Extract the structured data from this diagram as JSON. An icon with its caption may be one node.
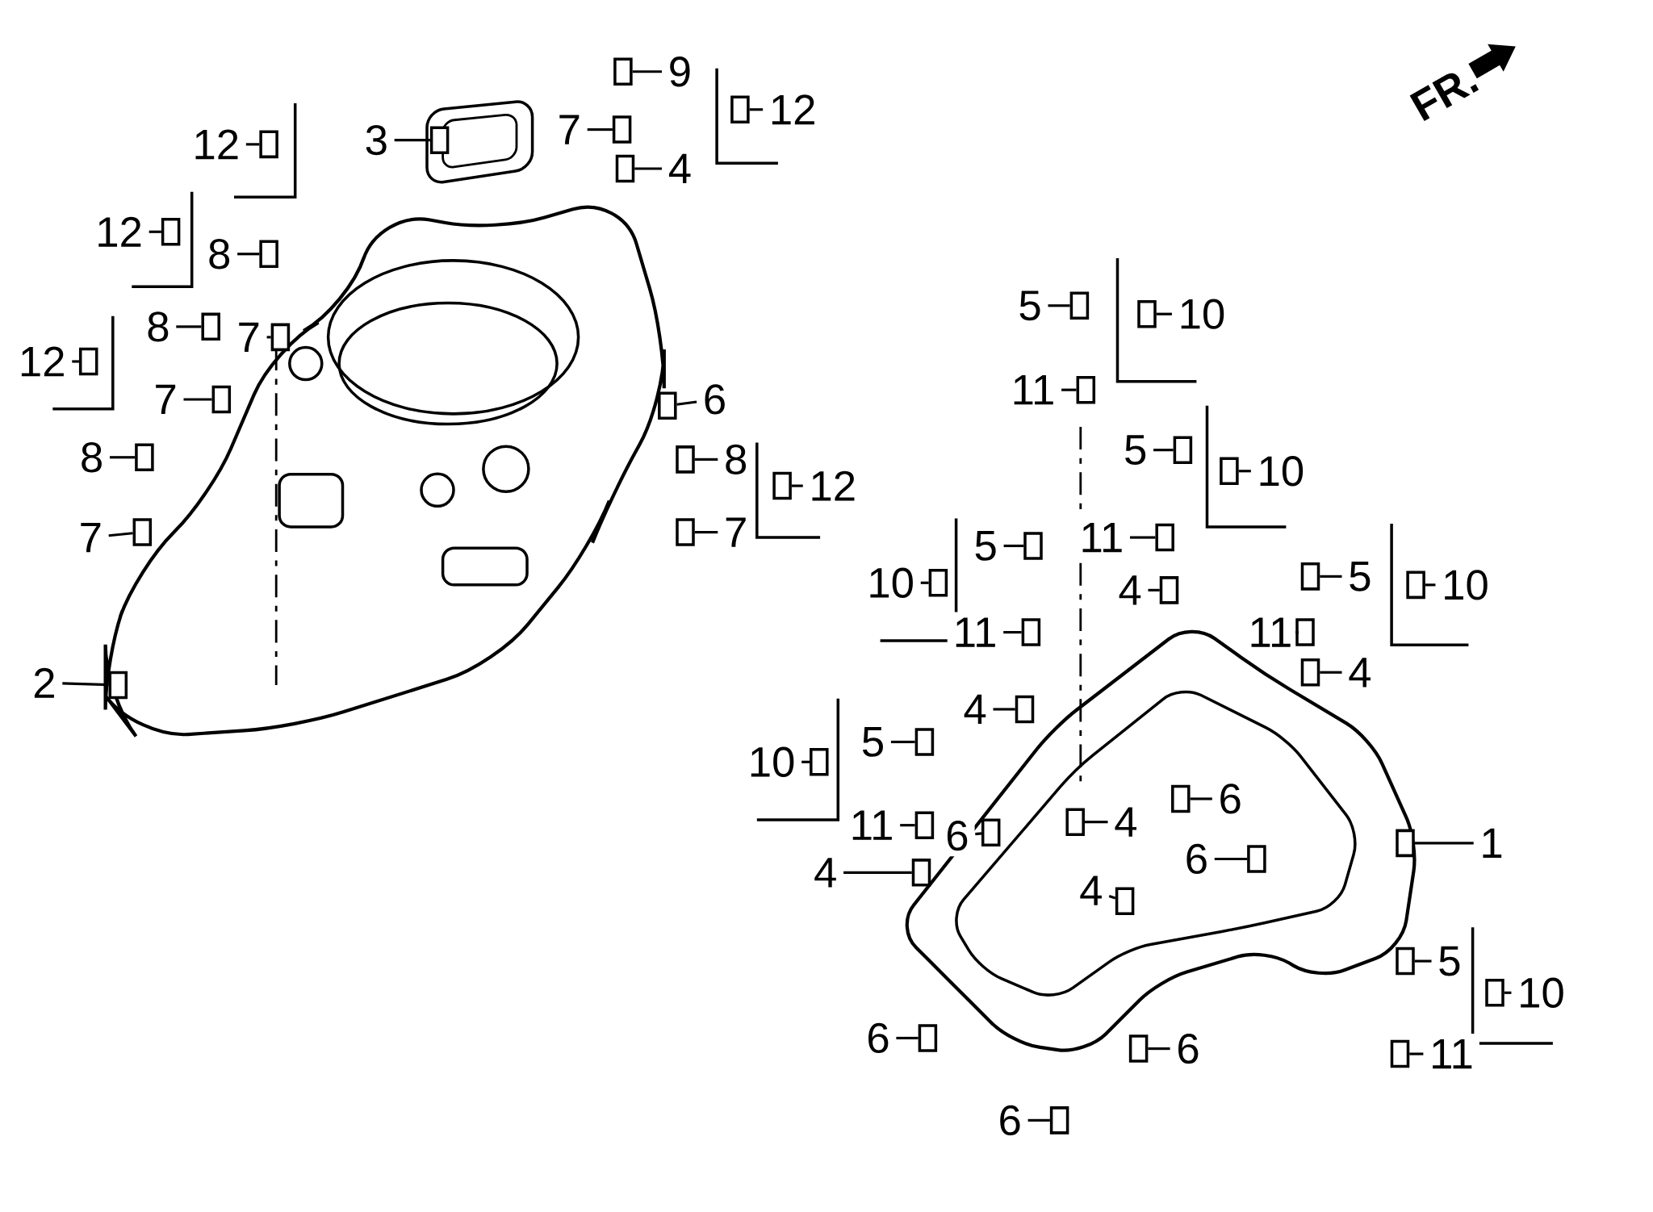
{
  "diagram": {
    "nodes": [
      {
        "text": [
          "9"
        ]
      },
      {
        "text": [
          "12"
        ]
      },
      {
        "text": [
          "7"
        ]
      },
      {
        "text": [
          "3"
        ]
      },
      {
        "text": [
          "12"
        ]
      },
      {
        "text": [
          "4"
        ]
      },
      {
        "text": [
          "12"
        ]
      },
      {
        "text": [
          "8"
        ]
      },
      {
        "text": [
          "5"
        ]
      },
      {
        "text": [
          "10"
        ]
      },
      {
        "text": [
          "8"
        ]
      },
      {
        "text": [
          "7"
        ]
      },
      {
        "text": [
          "12"
        ]
      },
      {
        "text": [
          "11"
        ]
      },
      {
        "text": [
          "6"
        ]
      },
      {
        "text": [
          "7"
        ]
      },
      {
        "text": [
          "5"
        ]
      },
      {
        "text": [
          "8"
        ]
      },
      {
        "text": [
          "8"
        ]
      },
      {
        "text": [
          "10"
        ]
      },
      {
        "text": [
          "12"
        ]
      },
      {
        "text": [
          "7"
        ]
      },
      {
        "text": [
          "7"
        ]
      },
      {
        "text": [
          "11"
        ]
      },
      {
        "text": [
          "5"
        ]
      },
      {
        "text": [
          "5"
        ]
      },
      {
        "text": [
          "10"
        ]
      },
      {
        "text": [
          "10"
        ]
      },
      {
        "text": [
          "4"
        ]
      },
      {
        "text": [
          "11"
        ]
      },
      {
        "text": [
          "11"
        ]
      },
      {
        "text": [
          "2"
        ]
      },
      {
        "text": [
          "4"
        ]
      },
      {
        "text": [
          "4"
        ]
      },
      {
        "text": [
          "5"
        ]
      },
      {
        "text": [
          "10"
        ]
      },
      {
        "text": [
          "6"
        ]
      },
      {
        "text": [
          "4"
        ]
      },
      {
        "text": [
          "11"
        ]
      },
      {
        "text": [
          "6"
        ]
      },
      {
        "text": [
          "1"
        ]
      },
      {
        "text": [
          "4"
        ]
      },
      {
        "text": [
          "6"
        ]
      },
      {
        "text": [
          "4"
        ]
      },
      {
        "text": [
          "5"
        ]
      },
      {
        "text": [
          "10"
        ]
      },
      {
        "text": [
          "6"
        ]
      },
      {
        "text": [
          "6"
        ]
      },
      {
        "text": [
          "11"
        ]
      },
      {
        "text": [
          "6"
        ]
      },
      {
        "text": [],
        "shape": "box"
      },
      {
        "text": [],
        "shape": "box"
      },
      {
        "text": [],
        "shape": "box"
      },
      {
        "text": [],
        "shape": "box"
      },
      {
        "text": [],
        "shape": "box"
      },
      {
        "text": [],
        "shape": "box"
      },
      {
        "text": [],
        "shape": "box"
      },
      {
        "text": [],
        "shape": "box"
      },
      {
        "text": [],
        "shape": "box"
      },
      {
        "text": [],
        "shape": "box"
      },
      {
        "text": [],
        "shape": "box"
      },
      {
        "text": [],
        "shape": "box"
      },
      {
        "text": [],
        "shape": "box"
      },
      {
        "text": [],
        "shape": "box"
      },
      {
        "text": [],
        "shape": "box"
      },
      {
        "text": [],
        "shape": "box"
      },
      {
        "text": [],
        "shape": "box"
      },
      {
        "text": [],
        "shape": "box"
      },
      {
        "text": [],
        "shape": "box"
      },
      {
        "text": [],
        "shape": "box"
      },
      {
        "text": [],
        "shape": "box"
      },
      {
        "text": [],
        "shape": "box"
      },
      {
        "text": [],
        "shape": "box"
      },
      {
        "text": [],
        "shape": "box"
      },
      {
        "text": [],
        "shape": "box"
      },
      {
        "text": [],
        "shape": "box"
      },
      {
        "text": [],
        "shape": "box"
      },
      {
        "text": [],
        "shape": "box"
      },
      {
        "text": [],
        "shape": "box"
      },
      {
        "text": [],
        "shape": "box"
      },
      {
        "text": [],
        "shape": "box"
      },
      {
        "text": [],
        "shape": "box"
      },
      {
        "text": [],
        "shape": "box"
      },
      {
        "text": [],
        "shape": "box"
      },
      {
        "text": [],
        "shape": "box"
      },
      {
        "text": [],
        "shape": "box"
      },
      {
        "text": [],
        "shape": "box"
      },
      {
        "text": [],
        "shape": "box"
      },
      {
        "text": [],
        "shape": "box"
      },
      {
        "text": [],
        "shape": "box"
      },
      {
        "text": [],
        "shape": "box"
      },
      {
        "text": [],
        "shape": "box"
      },
      {
        "text": [],
        "shape": "box"
      },
      {
        "text": [],
        "shape": "box"
      },
      {
        "text": [],
        "shape": "box"
      },
      {
        "text": [],
        "shape": "box"
      },
      {
        "text": [],
        "shape": "box"
      },
      {
        "text": [],
        "shape": "box"
      },
      {
        "text": [],
        "shape": "box"
      },
      {
        "text": [],
        "shape": "box"
      }
    ],
    "edges": [
      {
        "from": 0,
        "to": 50,
        "arrow": "none"
      },
      {
        "from": 1,
        "to": 51,
        "arrow": "none"
      },
      {
        "from": 2,
        "to": 52,
        "arrow": "none"
      },
      {
        "from": 3,
        "to": 53,
        "arrow": "none"
      },
      {
        "from": 4,
        "to": 54,
        "arrow": "none"
      },
      {
        "from": 5,
        "to": 55,
        "arrow": "none"
      },
      {
        "from": 6,
        "to": 56,
        "arrow": "none"
      },
      {
        "from": 7,
        "to": 57,
        "arrow": "none"
      },
      {
        "from": 8,
        "to": 58,
        "arrow": "none"
      },
      {
        "from": 9,
        "to": 59,
        "arrow": "none"
      },
      {
        "from": 10,
        "to": 60,
        "arrow": "none"
      },
      {
        "from": 11,
        "to": 61,
        "arrow": "none"
      },
      {
        "from": 12,
        "to": 62,
        "arrow": "none"
      },
      {
        "from": 13,
        "to": 63,
        "arrow": "none"
      },
      {
        "from": 14,
        "to": 64,
        "arrow": "none"
      },
      {
        "from": 15,
        "to": 65,
        "arrow": "none"
      },
      {
        "from": 16,
        "to": 66,
        "arrow": "none"
      },
      {
        "from": 17,
        "to": 67,
        "arrow": "none"
      },
      {
        "from": 18,
        "to": 68,
        "arrow": "none"
      },
      {
        "from": 19,
        "to": 69,
        "arrow": "none"
      },
      {
        "from": 20,
        "to": 70,
        "arrow": "none"
      },
      {
        "from": 21,
        "to": 71,
        "arrow": "none"
      },
      {
        "from": 22,
        "to": 72,
        "arrow": "none"
      },
      {
        "from": 23,
        "to": 73,
        "arrow": "none"
      },
      {
        "from": 24,
        "to": 74,
        "arrow": "none"
      },
      {
        "from": 25,
        "to": 75,
        "arrow": "none"
      },
      {
        "from": 26,
        "to": 76,
        "arrow": "none"
      },
      {
        "from": 27,
        "to": 77,
        "arrow": "none"
      },
      {
        "from": 28,
        "to": 78,
        "arrow": "none"
      },
      {
        "from": 29,
        "to": 79,
        "arrow": "none"
      },
      {
        "from": 30,
        "to": 80,
        "arrow": "none"
      },
      {
        "from": 31,
        "to": 81,
        "arrow": "none"
      },
      {
        "from": 32,
        "to": 82,
        "arrow": "none"
      },
      {
        "from": 33,
        "to": 83,
        "arrow": "none"
      },
      {
        "from": 34,
        "to": 84,
        "arrow": "none"
      },
      {
        "from": 35,
        "to": 85,
        "arrow": "none"
      },
      {
        "from": 36,
        "to": 86,
        "arrow": "none"
      },
      {
        "from": 37,
        "to": 87,
        "arrow": "none"
      },
      {
        "from": 38,
        "to": 88,
        "arrow": "none"
      },
      {
        "from": 39,
        "to": 89,
        "arrow": "none"
      },
      {
        "from": 40,
        "to": 90,
        "arrow": "none"
      },
      {
        "from": 41,
        "to": 91,
        "arrow": "none"
      },
      {
        "from": 42,
        "to": 92,
        "arrow": "none"
      },
      {
        "from": 43,
        "to": 93,
        "arrow": "none"
      },
      {
        "from": 44,
        "to": 94,
        "arrow": "none"
      },
      {
        "from": 45,
        "to": 95,
        "arrow": "none"
      },
      {
        "from": 46,
        "to": 96,
        "arrow": "none"
      },
      {
        "from": 47,
        "to": 97,
        "arrow": "none"
      },
      {
        "from": 48,
        "to": 98,
        "arrow": "none"
      },
      {
        "from": 49,
        "to": 99,
        "arrow": "none"
      }
    ],
    "labels": [
      "FR."
    ]
  }
}
